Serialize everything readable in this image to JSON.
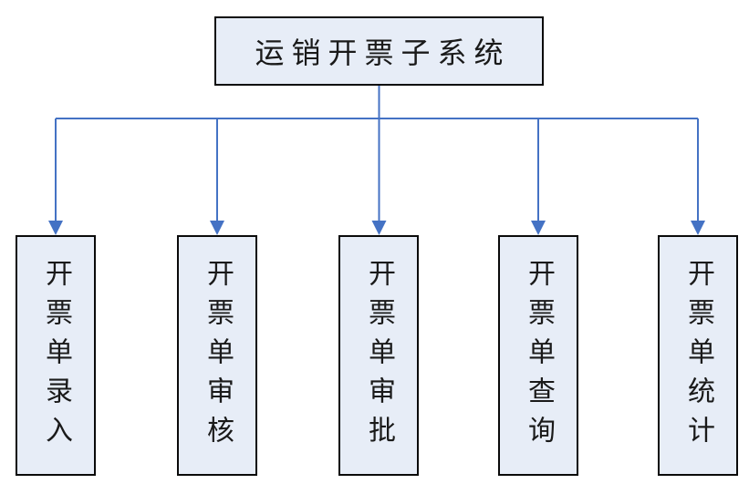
{
  "diagram": {
    "title": "运销开票子系统",
    "children": [
      {
        "label": "开票单录入"
      },
      {
        "label": "开票单审核"
      },
      {
        "label": "开票单审批"
      },
      {
        "label": "开票单查询"
      },
      {
        "label": "开票单统计"
      }
    ]
  },
  "colors": {
    "connector": "#4472c4",
    "box_fill": "#e7edf7",
    "box_border": "#0a0a0a",
    "text": "#1a1a1a",
    "background": "#ffffff"
  }
}
